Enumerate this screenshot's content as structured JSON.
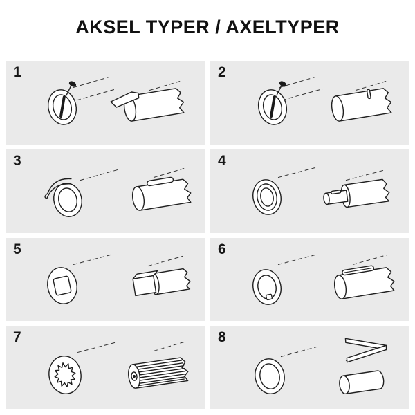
{
  "title": "AKSEL TYPER / AXELTYPER",
  "colors": {
    "panel": "#eaeaea",
    "line": "#1f1f1f",
    "text": "#111111"
  },
  "cells": [
    {
      "number": "1",
      "icon": "tube-with-lock-pin-and-clamp-shaft"
    },
    {
      "number": "2",
      "icon": "tube-with-lock-pin-and-slotted-shaft"
    },
    {
      "number": "3",
      "icon": "tube-with-spring-clip-and-keyed-shaft"
    },
    {
      "number": "4",
      "icon": "double-tube-and-stepped-shaft-with-slot"
    },
    {
      "number": "5",
      "icon": "square-bore-tube-and-square-shaft"
    },
    {
      "number": "6",
      "icon": "keyway-tube-and-long-key-shaft"
    },
    {
      "number": "7",
      "icon": "splined-tube-and-splined-shaft"
    },
    {
      "number": "8",
      "icon": "plain-tube-cylinder-and-wedge"
    }
  ]
}
